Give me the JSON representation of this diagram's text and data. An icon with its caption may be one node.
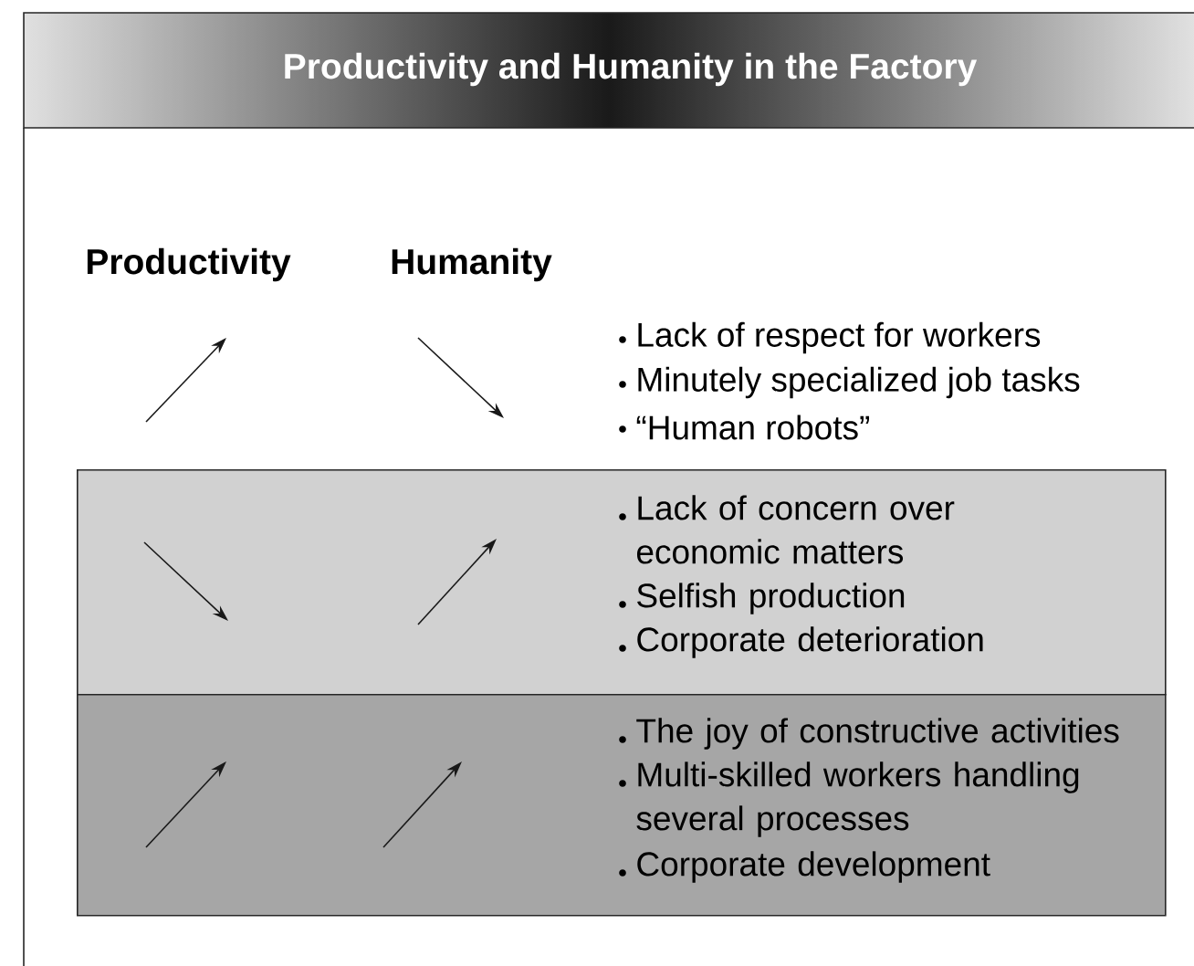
{
  "diagram": {
    "title": "Productivity and Humanity in the Factory",
    "nodes": [
      {
        "text": [
          "Lack of concern over economic matters",
          "Selfish production",
          "Corporate deterioration"
        ]
      },
      {
        "text": [
          "The joy of constructive activities",
          "Multi-skilled workers handling several processes",
          "Corporate development"
        ]
      }
    ],
    "labels": [
      "Productivity",
      "Humanity",
      "Lack of respect for workers",
      "Minutely specialized job tasks",
      "“Human robots”"
    ]
  }
}
